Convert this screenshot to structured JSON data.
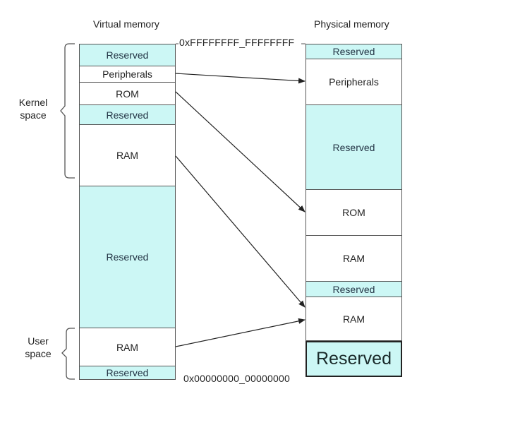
{
  "titles": {
    "virtual": "Virtual memory",
    "physical": "Physical memory"
  },
  "addresses": {
    "top": "0xFFFFFFFF_FFFFFFFF",
    "bottom": "0x00000000_00000000"
  },
  "side_labels": {
    "kernel": "Kernel space",
    "user": "User space"
  },
  "colors": {
    "reserved_fill": "#ccf7f5",
    "normal_fill": "#ffffff",
    "border": "#555555",
    "arrow": "#222222"
  },
  "virtual_segments": [
    {
      "label": "Reserved",
      "type": "reserved"
    },
    {
      "label": "Peripherals",
      "type": "normal"
    },
    {
      "label": "ROM",
      "type": "normal"
    },
    {
      "label": "Reserved",
      "type": "reserved"
    },
    {
      "label": "RAM",
      "type": "normal"
    },
    {
      "label": "Reserved",
      "type": "reserved"
    },
    {
      "label": "RAM",
      "type": "normal"
    },
    {
      "label": "Reserved",
      "type": "reserved"
    }
  ],
  "physical_segments": [
    {
      "label": "Reserved",
      "type": "reserved"
    },
    {
      "label": "Peripherals",
      "type": "normal"
    },
    {
      "label": "Reserved",
      "type": "reserved"
    },
    {
      "label": "ROM",
      "type": "normal"
    },
    {
      "label": "RAM",
      "type": "normal"
    },
    {
      "label": "Reserved",
      "type": "reserved"
    },
    {
      "label": "RAM",
      "type": "normal"
    },
    {
      "label": "Reserved",
      "type": "reserved-emphasized"
    }
  ],
  "mappings": [
    {
      "from": "Peripherals",
      "to": "Peripherals"
    },
    {
      "from": "ROM",
      "to": "ROM"
    },
    {
      "from": "RAM (kernel)",
      "to": "RAM (lower)"
    },
    {
      "from": "RAM (user)",
      "to": "RAM (lower)"
    }
  ]
}
